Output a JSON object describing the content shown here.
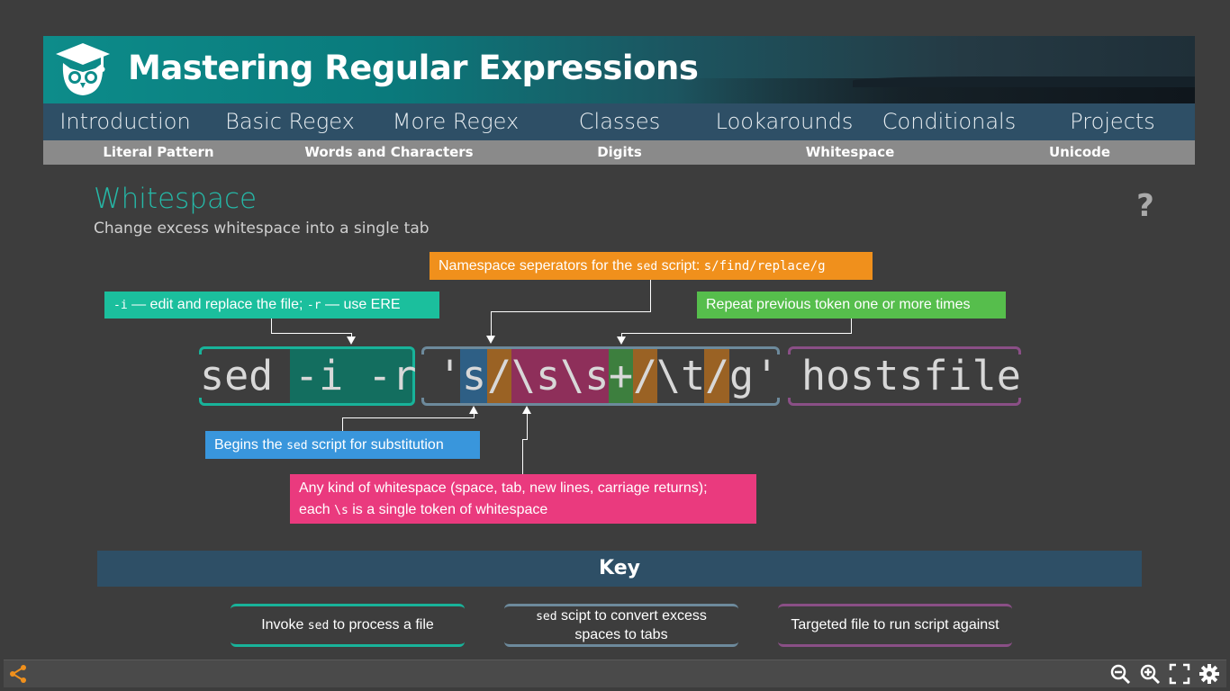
{
  "banner": {
    "title": "Mastering Regular Expressions"
  },
  "main_nav": [
    "Introduction",
    "Basic Regex",
    "More Regex",
    "Classes",
    "Lookarounds",
    "Conditionals",
    "Projects"
  ],
  "sub_nav": [
    "Literal Pattern",
    "Words and Characters",
    "Digits",
    "Whitespace",
    "Unicode"
  ],
  "page": {
    "title": "Whitespace",
    "subtitle": "Change excess whitespace into a single tab",
    "help": "?"
  },
  "callouts": {
    "namespace": {
      "prefix": "Namespace seperators for the ",
      "code1": "sed",
      "mid": " script: ",
      "code2": "s/find/replace/g"
    },
    "flags": {
      "code1": "-i",
      "mid": " — edit and replace the file; ",
      "code2": "-r",
      "suffix": "  — use ERE"
    },
    "repeat": {
      "text": "Repeat previous token one or more times"
    },
    "begins": {
      "prefix": "Begins the ",
      "code": "sed",
      "suffix": " script for substitution"
    },
    "whitespace": {
      "line1": "Any kind of whitespace (space, tab, new lines, carriage returns);",
      "line2_prefix": "each ",
      "line2_code": "\\s",
      "line2_suffix": " is a single token of whitespace"
    }
  },
  "command": {
    "sed": "sed",
    "flags": "-i -r",
    "script_open": "'",
    "s": "s",
    "sep1": "/",
    "pattern": "\\s\\s",
    "plus": "+",
    "sep2": "/",
    "replace": "\\t",
    "sep3": "/",
    "g": "g",
    "script_close": "'",
    "file": "hostsfile"
  },
  "key": {
    "title": "Key",
    "items": {
      "invoke": {
        "prefix": "Invoke ",
        "code": "sed",
        "suffix": " to process a file"
      },
      "script": {
        "code": "sed",
        "line1_suffix": " scipt to convert excess",
        "line2": "spaces to tabs"
      },
      "target": {
        "text": "Targeted file to run script against"
      }
    }
  },
  "colors": {
    "accent_teal": "#1bbf9d",
    "accent_orange": "#f0901c",
    "accent_green": "#56be4c",
    "accent_blue": "#3996dc",
    "accent_pink": "#ea3a7e",
    "bracket_sed": "#18b39a",
    "bracket_script": "#6d8a9c",
    "bracket_file": "#8a4f86",
    "nav_bg": "#2e4f66"
  },
  "toolbar": {
    "icons": [
      "share-icon",
      "zoom-out-icon",
      "zoom-in-icon",
      "fullscreen-icon",
      "settings-icon"
    ]
  }
}
